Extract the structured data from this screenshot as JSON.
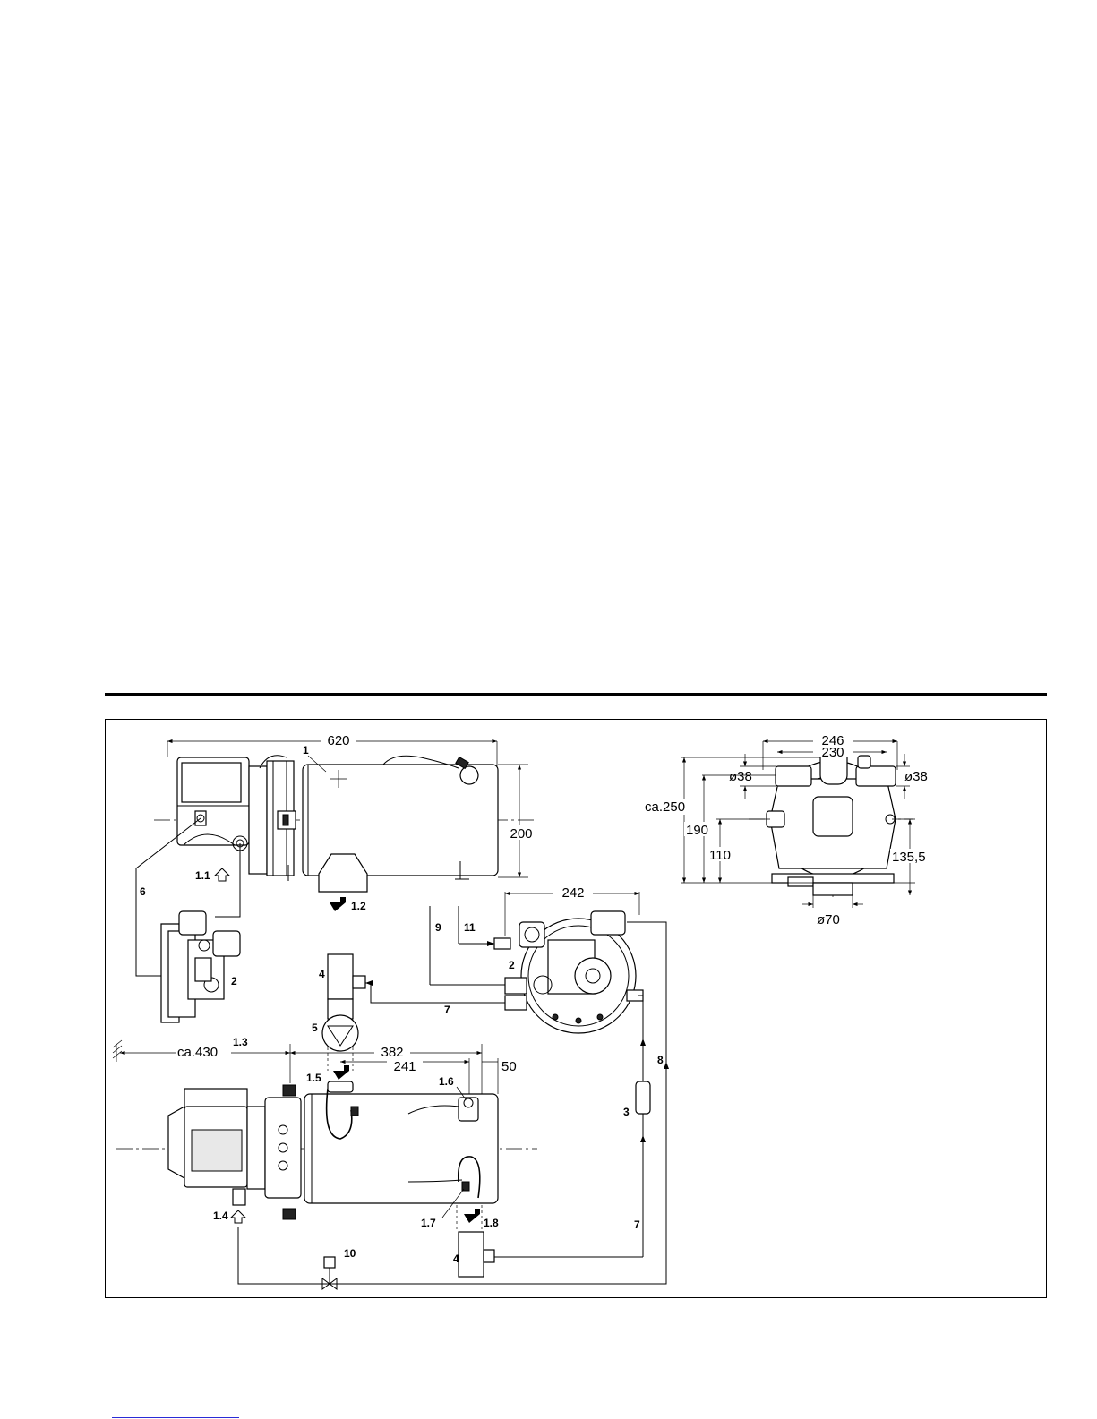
{
  "dimensions": {
    "length_620": "620",
    "height_200": "200",
    "width_242": "242",
    "width_246": "246",
    "width_230": "230",
    "dia_38_left": "ø38",
    "dia_38_right": "ø38",
    "height_ca250": "ca.250",
    "height_190": "190",
    "height_110": "110",
    "height_135_5": "135,5",
    "dia_70": "ø70",
    "clearance_ca430": "ca.430",
    "len_382": "382",
    "len_241": "241",
    "len_50": "50"
  },
  "labels": {
    "l1": "1",
    "l1_1": "1.1",
    "l1_2": "1.2",
    "l1_3": "1.3",
    "l1_4": "1.4",
    "l1_5": "1.5",
    "l1_6": "1.6",
    "l1_7": "1.7",
    "l1_8": "1.8",
    "l2a": "2",
    "l2b": "2",
    "l3": "3",
    "l4a": "4",
    "l4b": "4",
    "l5": "5",
    "l6": "6",
    "l7a": "7",
    "l7b": "7",
    "l8": "8",
    "l9": "9",
    "l10": "10",
    "l11": "11"
  }
}
